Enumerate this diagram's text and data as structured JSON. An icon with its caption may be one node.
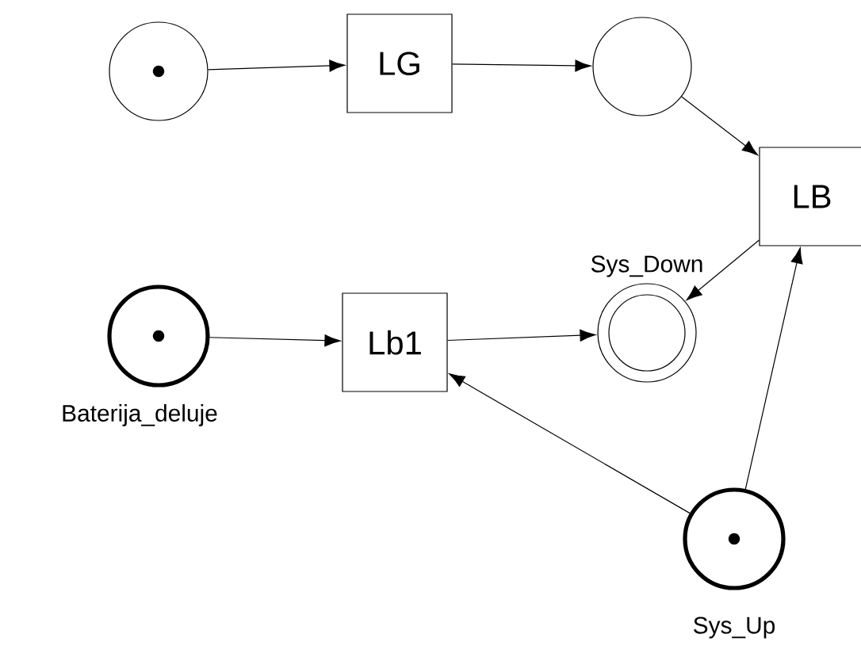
{
  "diagram": {
    "nodes": [
      {
        "text": [],
        "shape": "circle"
      },
      {
        "text": [
          "LG"
        ]
      },
      {
        "text": [],
        "shape": "circle"
      },
      {
        "text": [
          "LB"
        ]
      },
      {
        "text": [
          "Sys_Down"
        ]
      },
      {
        "text": [
          "Baterija_deluje"
        ]
      },
      {
        "text": [
          "Lb1"
        ]
      },
      {
        "text": [
          "Sys_Up"
        ]
      }
    ],
    "edges": [
      {
        "from": 0,
        "to": 1,
        "arrow": "to"
      },
      {
        "from": 1,
        "to": 2,
        "arrow": "to"
      },
      {
        "from": 2,
        "to": 3,
        "arrow": "to"
      },
      {
        "from": 3,
        "to": 4,
        "arrow": "to"
      },
      {
        "from": 7,
        "to": 3,
        "arrow": "to"
      },
      {
        "from": 5,
        "to": 6,
        "arrow": "to"
      },
      {
        "from": 6,
        "to": 4,
        "arrow": "to"
      },
      {
        "from": 7,
        "to": 6,
        "arrow": "to"
      }
    ]
  }
}
